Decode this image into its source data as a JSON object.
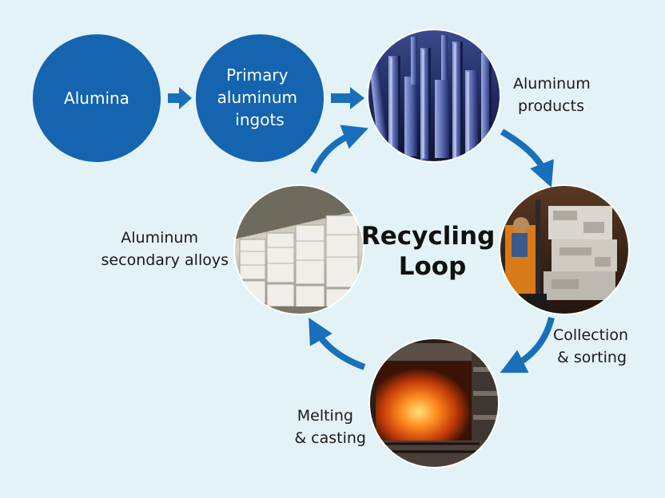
{
  "nodes": {
    "alumina": {
      "label": "Alumina"
    },
    "primary_ingots": {
      "lines": [
        "Primary",
        "aluminum",
        "ingots"
      ]
    },
    "products": {
      "lines": [
        "Aluminum",
        "products"
      ]
    },
    "collection": {
      "lines": [
        "Collection",
        "& sorting"
      ]
    },
    "melting": {
      "lines": [
        "Melting",
        "& casting"
      ]
    },
    "secondary": {
      "lines": [
        "Aluminum",
        "secondary alloys"
      ]
    }
  },
  "center_label": {
    "lines": [
      "Recycling",
      "Loop"
    ]
  },
  "colors": {
    "background": "#e3f2f7",
    "node_blue": "#1464b0",
    "arrow_blue": "#1a6fba"
  }
}
